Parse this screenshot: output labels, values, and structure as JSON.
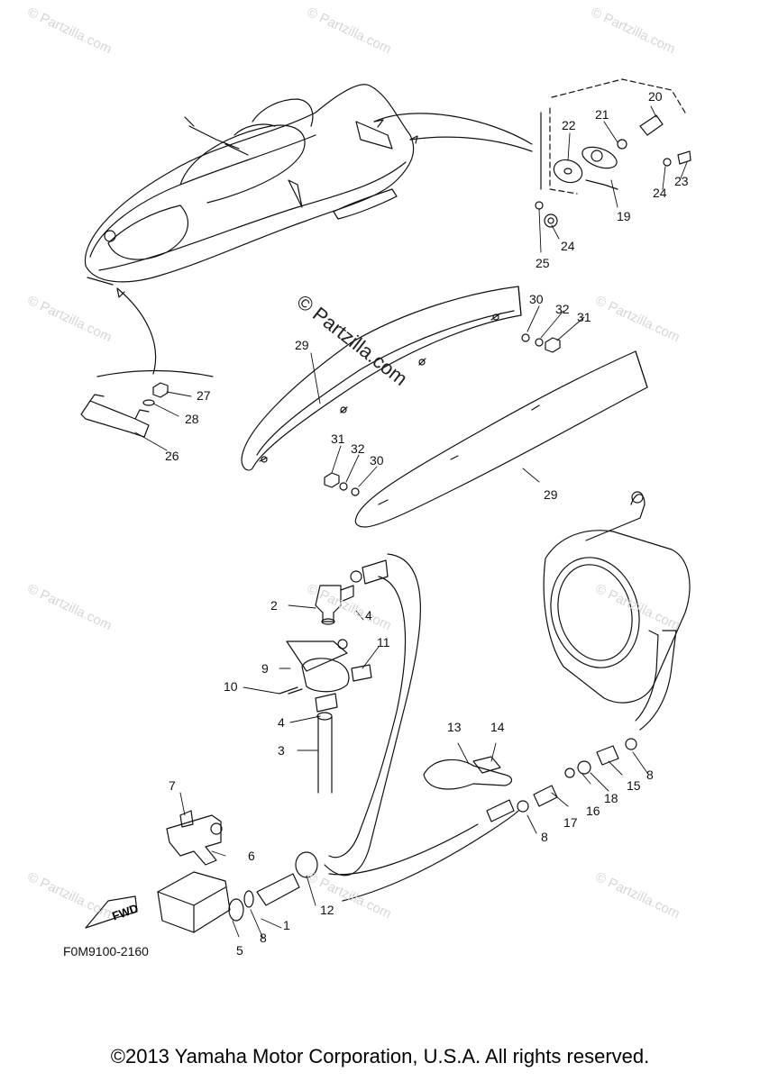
{
  "watermarks": {
    "corner_text": "© Partzilla.com",
    "center_text": "© Partzilla.com"
  },
  "diagram_code": "F0M9100-2160",
  "fwd_label": "FWD",
  "footer_text": "©2013 Yamaha Motor Corporation, U.S.A. All rights reserved.",
  "part_numbers": {
    "p1": "1",
    "p2": "2",
    "p3": "3",
    "p4a": "4",
    "p4b": "4",
    "p5": "5",
    "p6": "6",
    "p7": "7",
    "p8a": "8",
    "p8b": "8",
    "p8c": "8",
    "p9": "9",
    "p10": "10",
    "p11": "11",
    "p12": "12",
    "p13": "13",
    "p14": "14",
    "p15": "15",
    "p16": "16",
    "p17": "17",
    "p18": "18",
    "p19": "19",
    "p20": "20",
    "p21": "21",
    "p22": "22",
    "p23": "23",
    "p24a": "24",
    "p24b": "24",
    "p25": "25",
    "p26": "26",
    "p27": "27",
    "p28": "28",
    "p29a": "29",
    "p29b": "29",
    "p30a": "30",
    "p30b": "30",
    "p31a": "31",
    "p31b": "31",
    "p32a": "32",
    "p32b": "32"
  },
  "colors": {
    "line": "#111111",
    "watermark": "#d6d6d6"
  }
}
